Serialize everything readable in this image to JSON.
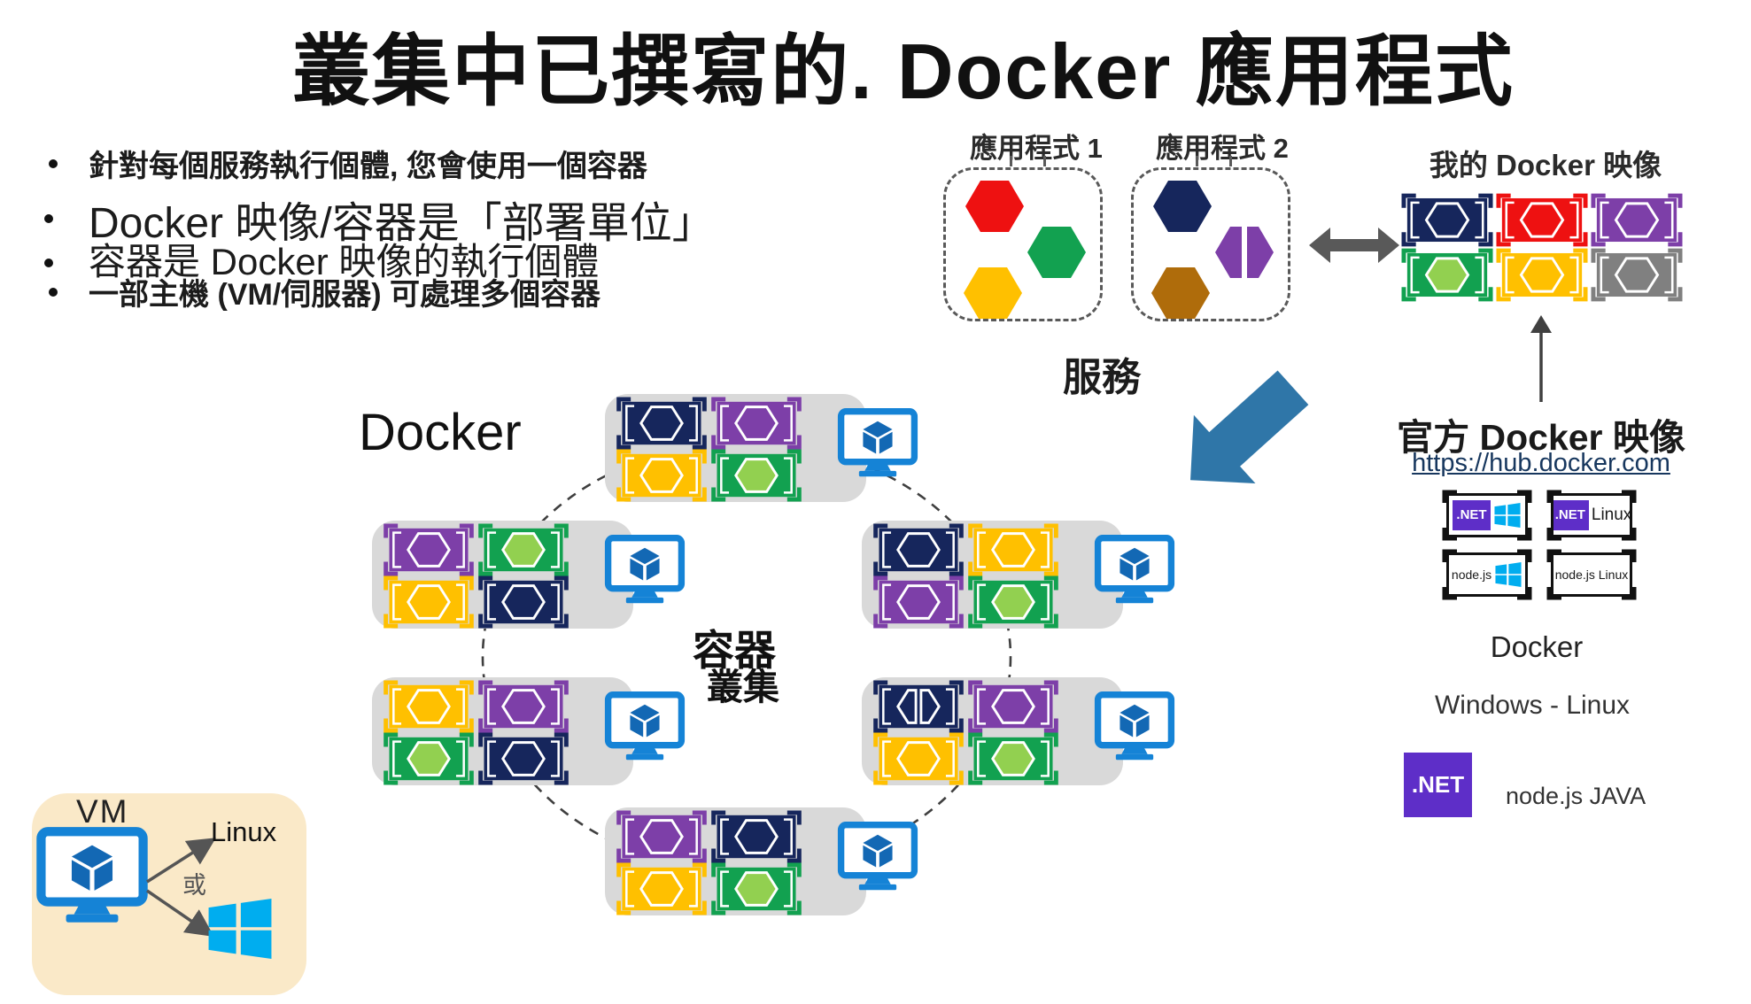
{
  "title": "叢集中已撰寫的. Docker 應用程式",
  "bullets": [
    {
      "text": "針對每個服務執行個體, 您會使用一個容器",
      "style": "small"
    },
    {
      "text": "Docker 映像/容器是「部署單位」",
      "style": "large"
    },
    {
      "text": "容器是 Docker 映像的執行個體",
      "style": "medium"
    },
    {
      "text": "一部主機 (VM/伺服器) 可處理多個容器",
      "style": "small"
    }
  ],
  "apps": {
    "app1_label": "應用程式 1",
    "app2_label": "應用程式 2",
    "service_label": "服務",
    "app1_hexagons": [
      "red",
      "green",
      "yellow"
    ],
    "app2_hexagons": [
      "navy",
      "purple-split",
      "brown"
    ]
  },
  "my_images": {
    "label": "我的 Docker 映像",
    "blocks": [
      "navy",
      "red",
      "purple",
      "green",
      "yellow",
      "grey"
    ]
  },
  "official": {
    "label": "官方 Docker 映像",
    "link": "https://hub.docker.com",
    "boxes": [
      {
        "badge": ".NET",
        "os_icon": "windows"
      },
      {
        "badge": ".NET",
        "os_text": "Linux"
      },
      {
        "text": "node.js",
        "os_icon": "windows"
      },
      {
        "text": "node.js Linux"
      }
    ],
    "docker_label": "Docker",
    "platforms_label": "Windows  -  Linux",
    "net_logo_label": ".NET",
    "runtimes_label": "node.js JAVA"
  },
  "cluster": {
    "docker_label": "Docker",
    "center_label_top": "容器",
    "center_label_bottom": "叢集",
    "nodes": [
      {
        "id": "top",
        "blocks": [
          "navy",
          "purple",
          "yellow",
          "green"
        ]
      },
      {
        "id": "left-upper",
        "blocks": [
          "purple",
          "green",
          "yellow",
          "navy"
        ]
      },
      {
        "id": "left-lower",
        "blocks": [
          "yellow",
          "purple",
          "green",
          "navy"
        ]
      },
      {
        "id": "right-upper",
        "blocks": [
          "navy",
          "yellow",
          "purple",
          "green"
        ]
      },
      {
        "id": "right-lower",
        "blocks": [
          "navy-split",
          "purple",
          "yellow",
          "green"
        ]
      },
      {
        "id": "bottom",
        "blocks": [
          "purple",
          "navy",
          "yellow",
          "green"
        ]
      }
    ]
  },
  "vm_panel": {
    "vm_label": "VM",
    "linux_label": "Linux",
    "or_label": "或"
  },
  "palette": {
    "navy": "#16265C",
    "red": "#EE1111",
    "purple": "#7D3FA8",
    "green": "#12A150",
    "lightGreen": "#92D050",
    "yellow": "#FFC000",
    "grey": "#808080",
    "brown": "#AF6C0B",
    "nodeBg": "#D9D9D9",
    "monitorBlue": "#1583D6",
    "cubeBlue": "#1368B4",
    "arrowGrey": "#595959",
    "bigArrowBlue": "#2F76A8",
    "windowsCyan": "#00ADEF",
    "netPurple": "#5E2EC8",
    "vmBoxBg": "#FAE9C8",
    "linkColor": "#17375E"
  }
}
